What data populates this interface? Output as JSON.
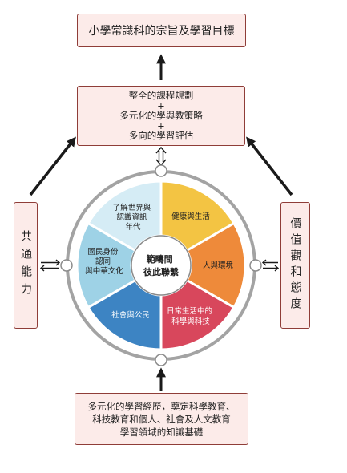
{
  "goal_box": {
    "text": "小學常識科的宗旨及學習目標"
  },
  "curriculum_box": {
    "lines": [
      "整全的課程規劃",
      "+",
      "多元化的學與教策略",
      "+",
      "多向的學習評估"
    ]
  },
  "generic_skills_box": {
    "text": "共通能力"
  },
  "values_box": {
    "text": "價值觀和態度"
  },
  "hub": {
    "lines": [
      "範疇間",
      "彼此聯繫"
    ]
  },
  "strands": [
    {
      "lines": [
        "健康與生活"
      ],
      "color": "#f3c443",
      "text_color": "#222222"
    },
    {
      "lines": [
        "人與環境"
      ],
      "color": "#ee8a3a",
      "text_color": "#222222"
    },
    {
      "lines": [
        "日常生活中的",
        "科學與科技"
      ],
      "color": "#d8475c",
      "text_color": "#ffffff"
    },
    {
      "lines": [
        "社會與公民"
      ],
      "color": "#3d84c3",
      "text_color": "#ffffff"
    },
    {
      "lines": [
        "國民身份",
        "認同",
        "與中華文化"
      ],
      "color": "#9ed2e6",
      "text_color": "#222222"
    },
    {
      "lines": [
        "了解世界與",
        "認識資訊",
        "年代"
      ],
      "color": "#d5ecf5",
      "text_color": "#222222"
    }
  ],
  "foundation_box": {
    "lines": [
      "多元化的學習經歷，奠定科學教育、",
      "科技教育和個人、社會及人文教育",
      "學習領域的知識基礎"
    ]
  },
  "colors": {
    "box_fill": "#fcebe9",
    "box_border": "#8f3d38",
    "arrow": "#1a1a1a",
    "ring": "#a3a3a3"
  }
}
